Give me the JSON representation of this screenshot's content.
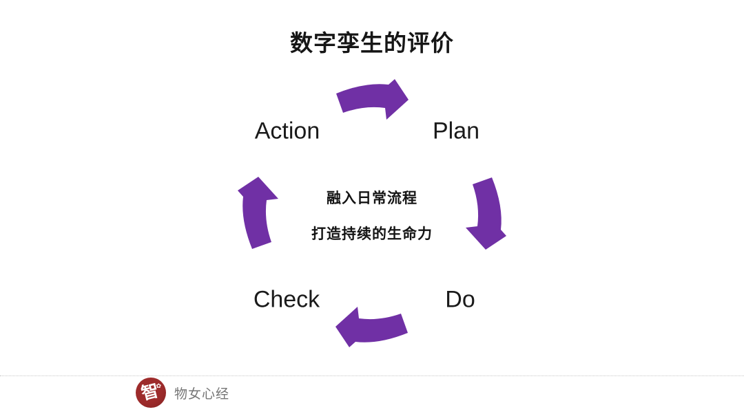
{
  "title": "数字孪生的评价",
  "cycle": {
    "stages": {
      "action": "Action",
      "plan": "Plan",
      "do": "Do",
      "check": "Check"
    },
    "center_lines": {
      "line1": "融入日常流程",
      "line2": "打造持续的生命力"
    },
    "arrow_color": "#7030a5"
  },
  "footer": {
    "brand": "物女心经",
    "logo_glyph": "智",
    "flower_icon": "✿",
    "logo_color": "#9d2b2b"
  }
}
